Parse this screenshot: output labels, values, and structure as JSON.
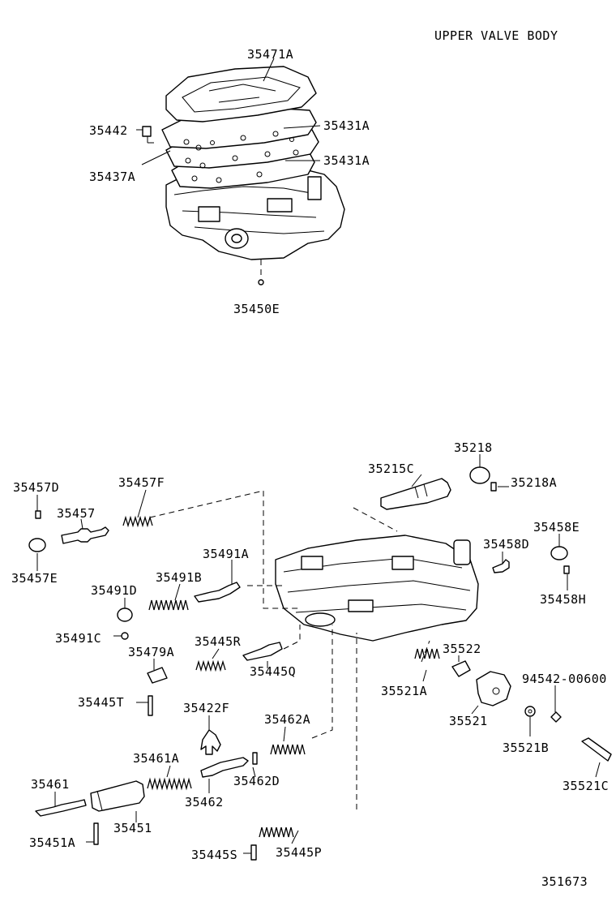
{
  "title": "UPPER VALVE BODY",
  "diagram_number": "351673",
  "labels": {
    "p35471A": "35471A",
    "p35442": "35442",
    "p35431A_1": "35431A",
    "p35431A_2": "35431A",
    "p35437A": "35437A",
    "p35450E": "35450E",
    "p35218": "35218",
    "p35215C": "35215C",
    "p35218A": "35218A",
    "p35457D": "35457D",
    "p35457F": "35457F",
    "p35457": "35457",
    "p35457E": "35457E",
    "p35491A": "35491A",
    "p35458E": "35458E",
    "p35458D": "35458D",
    "p35491D": "35491D",
    "p35491B": "35491B",
    "p35458H": "35458H",
    "p35491C": "35491C",
    "p35479A": "35479A",
    "p35445R": "35445R",
    "p35445Q": "35445Q",
    "p35522": "35522",
    "p94542": "94542-00600",
    "p35521A": "35521A",
    "p35445T": "35445T",
    "p35422F": "35422F",
    "p35521": "35521",
    "p35462A": "35462A",
    "p35521B": "35521B",
    "p35461A": "35461A",
    "p35461": "35461",
    "p35462D": "35462D",
    "p35521C": "35521C",
    "p35462": "35462",
    "p35451": "35451",
    "p35451A": "35451A",
    "p35445S": "35445S",
    "p35445P": "35445P"
  }
}
